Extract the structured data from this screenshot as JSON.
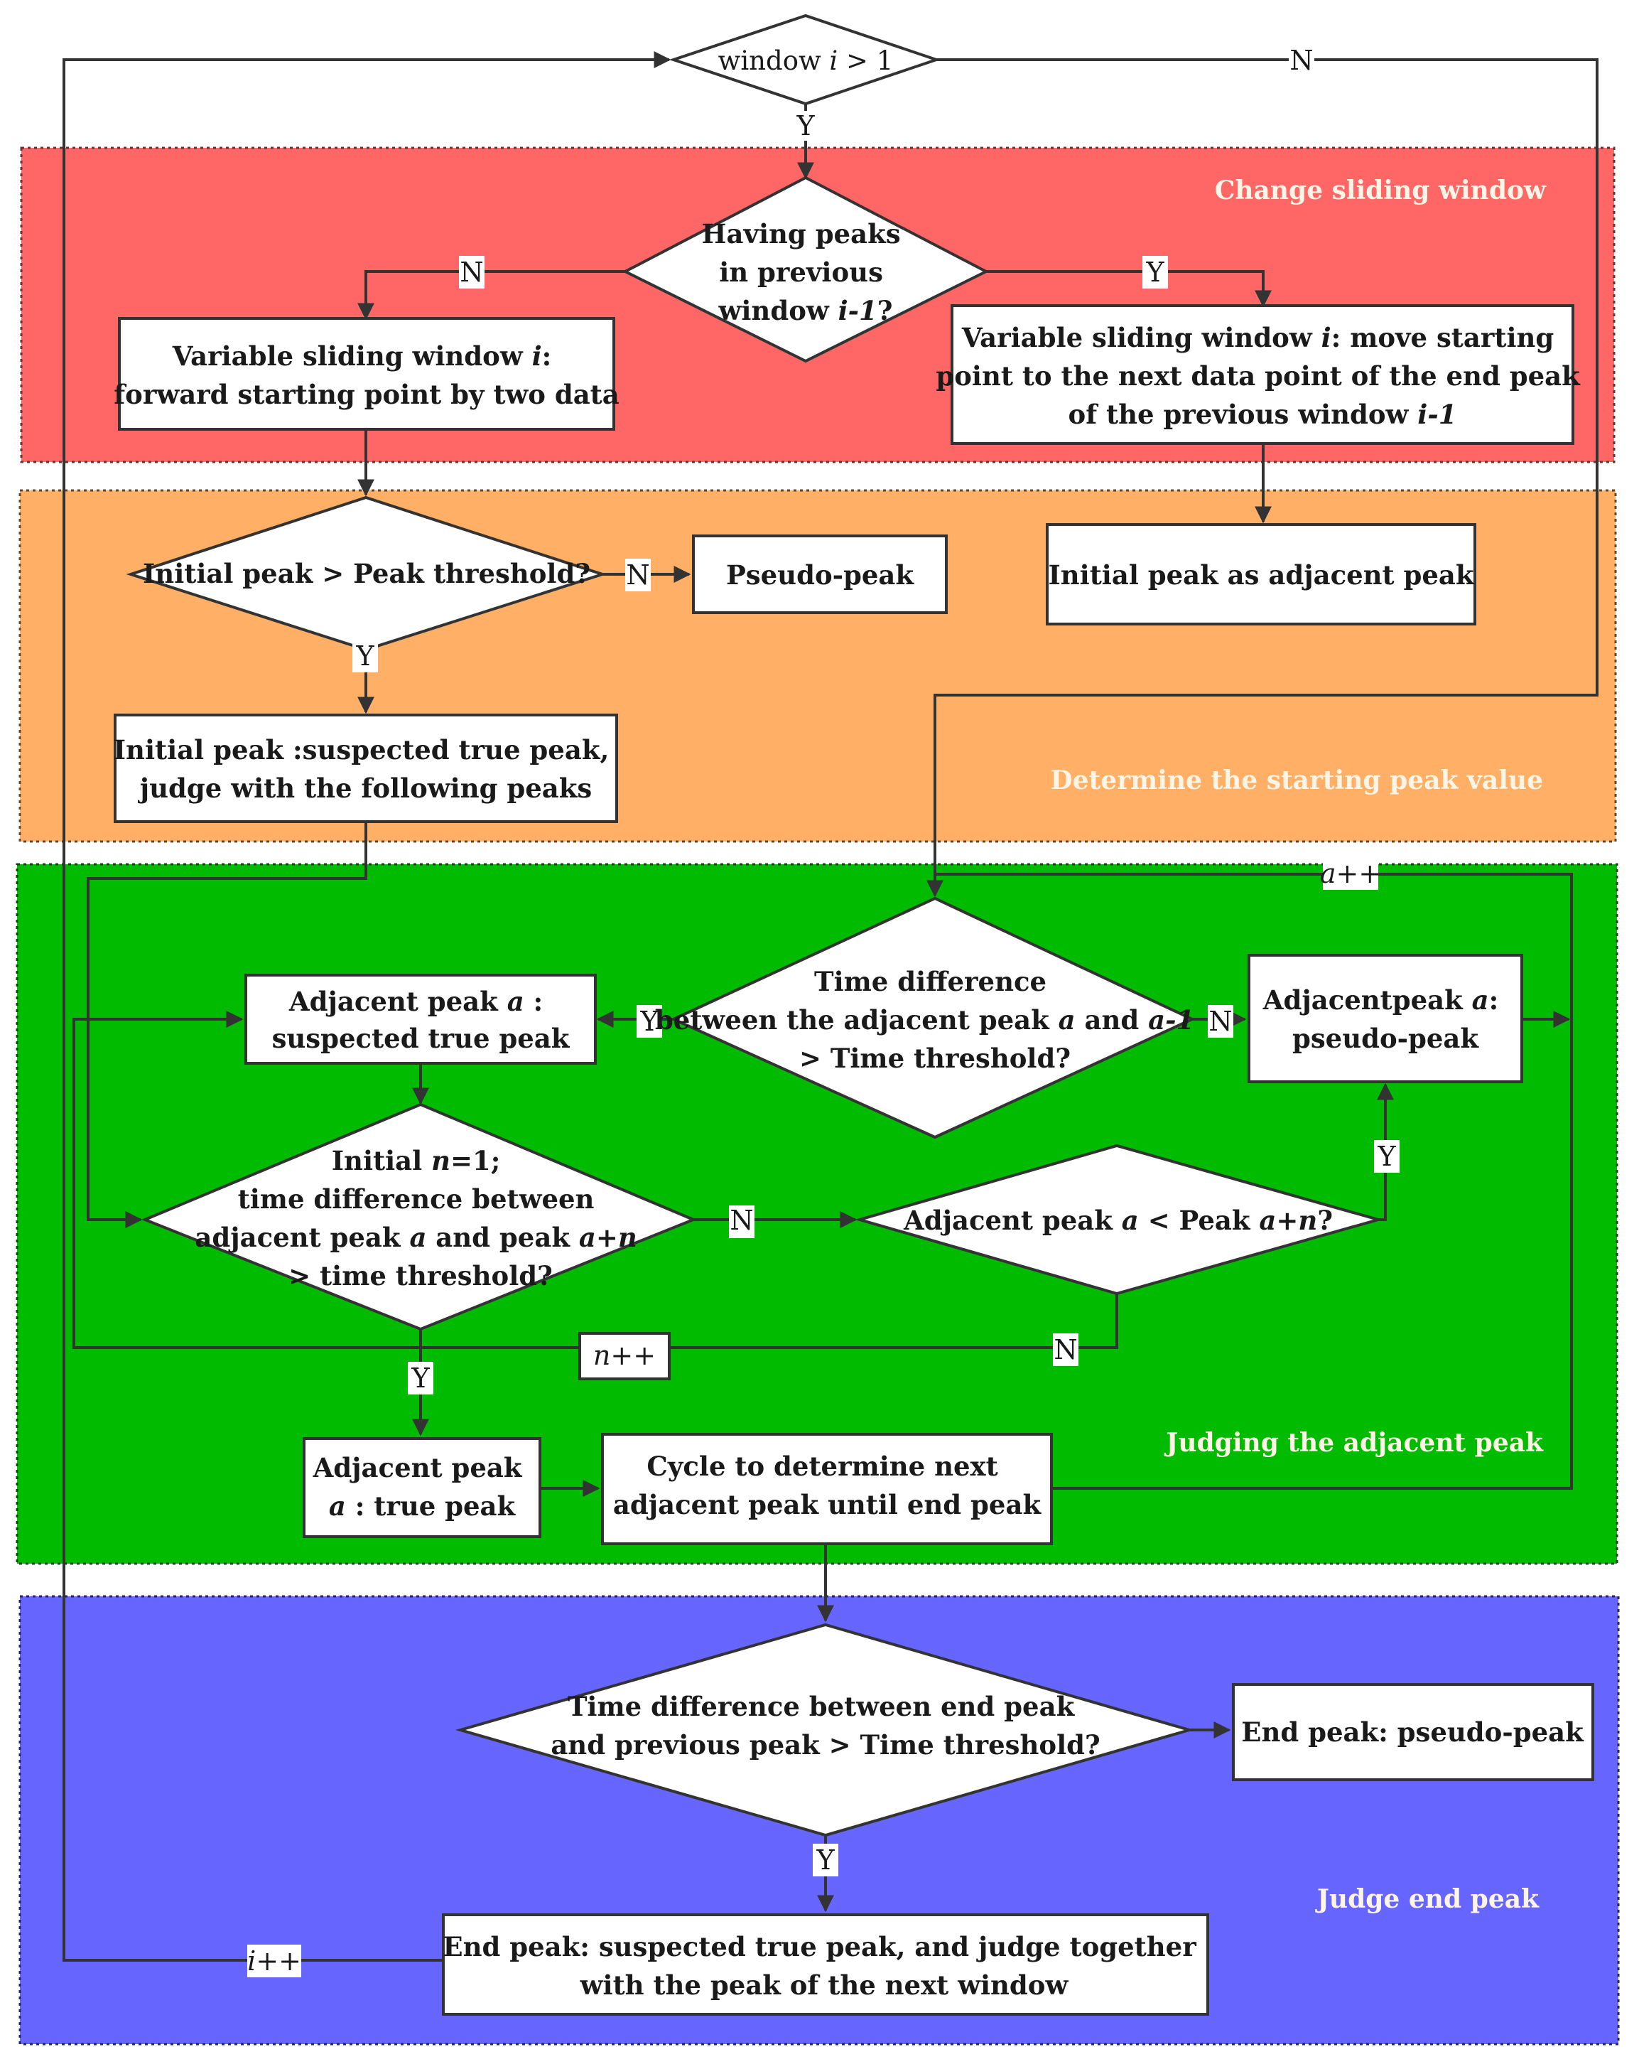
{
  "regions": {
    "change_window": {
      "title": "Change sliding window",
      "color": "#ff6666"
    },
    "start_peak": {
      "title": "Determine the starting peak value",
      "color": "#ffb066"
    },
    "adjacent": {
      "title": "Judging the adjacent peak",
      "color": "#00bb00"
    },
    "end_peak": {
      "title": "Judge end peak",
      "color": "#6666ff"
    }
  },
  "nodes": {
    "window_check": {
      "l1a": "window ",
      "l1b": "i",
      "l1c": " > 1"
    },
    "having_peaks": {
      "l1": "Having peaks",
      "l2": "in previous",
      "l3a": "window ",
      "l3b": "i-1",
      "l3c": "?"
    },
    "forward_two": {
      "l1a": "Variable sliding window ",
      "l1b": "i",
      "l1c": ":",
      "l2": "forward starting point by two data"
    },
    "move_start": {
      "l1a": "Variable sliding window ",
      "l1b": "i",
      "l1c": ": move starting",
      "l2": "point to the next data point of the end peak",
      "l3a": "of the previous window ",
      "l3b": "i-1"
    },
    "initial_threshold": {
      "l1": "Initial peak > Peak threshold?"
    },
    "pseudo_peak": {
      "l1": "Pseudo-peak"
    },
    "initial_adjacent": {
      "l1": "Initial peak as adjacent peak"
    },
    "initial_suspected": {
      "l1": "Initial peak :suspected true peak,",
      "l2": "judge with the following peaks"
    },
    "time_diff_adj": {
      "l1": "Time difference",
      "l2a": "between the adjacent peak ",
      "l2b": "a",
      "l2c": " and ",
      "l2d": "a-1",
      "l3": "> Time threshold?"
    },
    "adj_suspected": {
      "l1a": "Adjacent peak ",
      "l1b": "a",
      "l1c": " :",
      "l2": "suspected true peak"
    },
    "adj_pseudo": {
      "l1a": "Adjacentpeak ",
      "l1b": "a",
      "l1c": ":",
      "l2": "pseudo-peak"
    },
    "initial_n": {
      "l1a": "Initial  ",
      "l1b": "n",
      "l1c": "=1;",
      "l2": "time difference between",
      "l3a": "adjacent peak ",
      "l3b": "a",
      "l3c": " and peak ",
      "l3d": "a+n",
      "l4": "> time threshold?"
    },
    "adj_less": {
      "l1a": "Adjacent peak ",
      "l1b": "a",
      "l1c": " < Peak ",
      "l1d": "a+n",
      "l1e": "?"
    },
    "adj_true": {
      "l1": "Adjacent peak",
      "l2a": "a",
      "l2b": " : true peak"
    },
    "cycle": {
      "l1": "Cycle to determine next",
      "l2": "adjacent peak  until  end peak"
    },
    "time_diff_end": {
      "l1": "Time difference between end peak",
      "l2": "and previous peak > Time threshold?"
    },
    "end_pseudo": {
      "l1": "End peak: pseudo-peak"
    },
    "end_suspected": {
      "l1": "End peak: suspected true peak, and judge together",
      "l2": "with the peak of the next window"
    }
  },
  "edge_labels": {
    "yes": "Y",
    "no": "N",
    "a_inc": "a++",
    "n_inc": "n++",
    "i_inc": "i++"
  }
}
